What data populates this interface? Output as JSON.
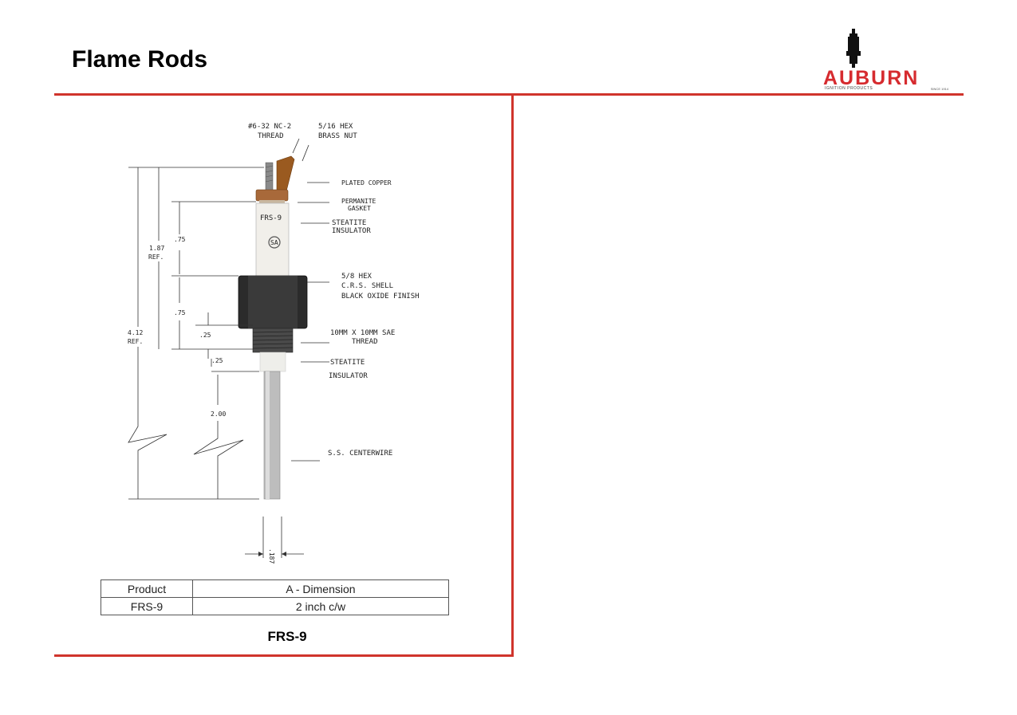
{
  "header": {
    "title": "Flame Rods",
    "logo": {
      "brand": "AUBURN",
      "tagline": "IGNITION PRODUCTS",
      "note": "SINCE 1914"
    }
  },
  "diagram": {
    "part_label": "FRS-9",
    "callouts": {
      "thread_top": [
        "#6-32 NC-2",
        "THREAD"
      ],
      "brass_nut": [
        "5/16 HEX",
        "BRASS NUT"
      ],
      "plated_copper": "PLATED COPPER",
      "gasket": [
        "PERMANITE",
        "GASKET"
      ],
      "insulator_top": [
        "STEATITE",
        "INSULATOR"
      ],
      "shell": [
        "5/8 HEX",
        "C.R.S. SHELL",
        "BLACK OXIDE FINISH"
      ],
      "thread_bottom": [
        "10MM X 10MM SAE",
        "THREAD"
      ],
      "insulator_bottom": [
        "STEATITE",
        "INSULATOR"
      ],
      "centerwire": "S.S. CENTERWIRE"
    },
    "dimensions": {
      "overall": [
        "4.12",
        "REF."
      ],
      "upper": [
        "1.87",
        "REF."
      ],
      "d1": ".75",
      "d2": ".75",
      "d3": ".25",
      "d4": ".25",
      "a_dim": "2.00",
      "wire_dia": ".187"
    }
  },
  "table": {
    "headers": [
      "Product",
      "A - Dimension"
    ],
    "rows": [
      [
        "FRS-9",
        "2 inch c/w"
      ]
    ]
  },
  "caption": "FRS-9",
  "colors": {
    "accent": "#d0342c",
    "brand": "#d62b2f"
  }
}
